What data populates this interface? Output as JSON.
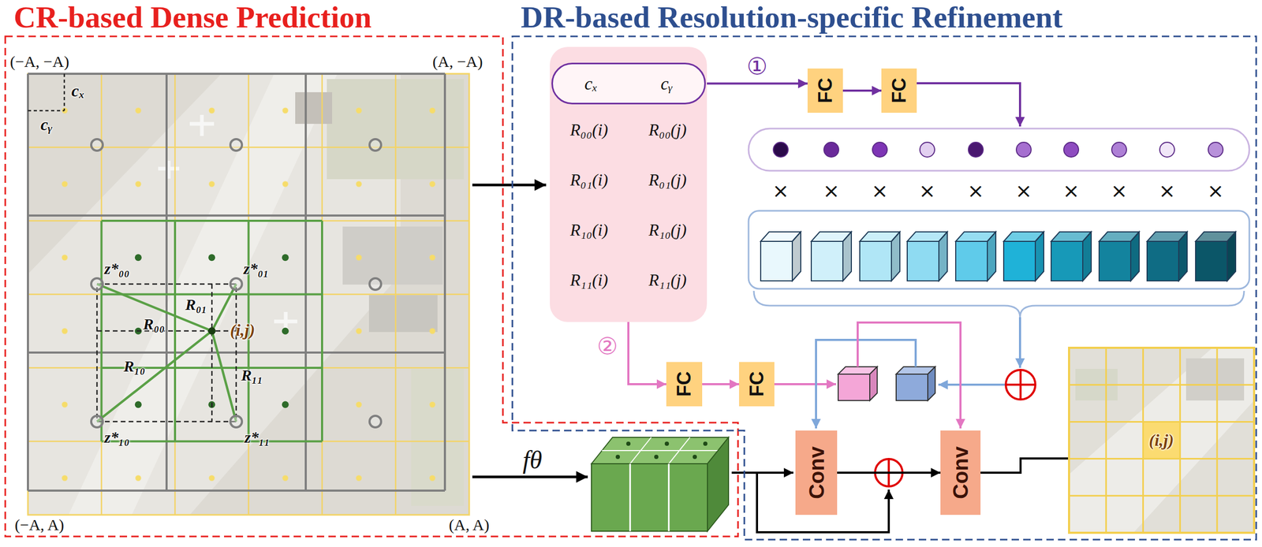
{
  "diagram": {
    "nodes": [
      {
        "text": [
          "CR-based Dense Prediction"
        ]
      },
      {
        "text": [
          "DR-based Resolution-specific Refinement"
        ]
      },
      {
        "text": [
          "R₀₀(i)",
          "R₀₀(j)",
          "R₀₁(i)",
          "R₀₁(j)",
          "R₁₀(i)",
          "R₁₀(j)",
          "R₁₁(i)",
          "R₁₁(j)"
        ],
        "in": 1
      },
      {
        "text": [
          "cₓ",
          "cᵧ"
        ],
        "in": 2
      },
      {
        "text": [
          "FC"
        ],
        "in": 1
      },
      {
        "text": [
          "FC"
        ],
        "in": 1
      },
      {
        "text": [
          "FC"
        ],
        "in": 1
      },
      {
        "text": [
          "FC"
        ],
        "in": 1
      },
      {
        "text": [
          "Conv"
        ],
        "in": 1
      },
      {
        "text": [
          "Conv"
        ],
        "in": 1
      }
    ],
    "edges": [
      {
        "from": 3,
        "to": 4,
        "arrow": "to"
      },
      {
        "from": 4,
        "to": 5,
        "arrow": "to"
      },
      {
        "from": 2,
        "to": 6,
        "arrow": "to"
      },
      {
        "from": 6,
        "to": 7,
        "arrow": "to"
      },
      {
        "from": 8,
        "to": 9,
        "arrow": "to"
      }
    ],
    "labels": [
      "(−A, −A)",
      "(A, −A)",
      "cₓ",
      "cᵧ",
      "z*₀₀",
      "z*₀₁",
      "R₀₀",
      "R₀₁",
      "(i,j)",
      "R₁₀",
      "R₁₁",
      "z*₁₀",
      "z*₁₁",
      "(−A, A)",
      "(A, A)",
      "①",
      "×",
      "×",
      "×",
      "×",
      "×",
      "×",
      "×",
      "×",
      "×",
      "×",
      "②",
      "fθ",
      "(i,j)"
    ]
  }
}
